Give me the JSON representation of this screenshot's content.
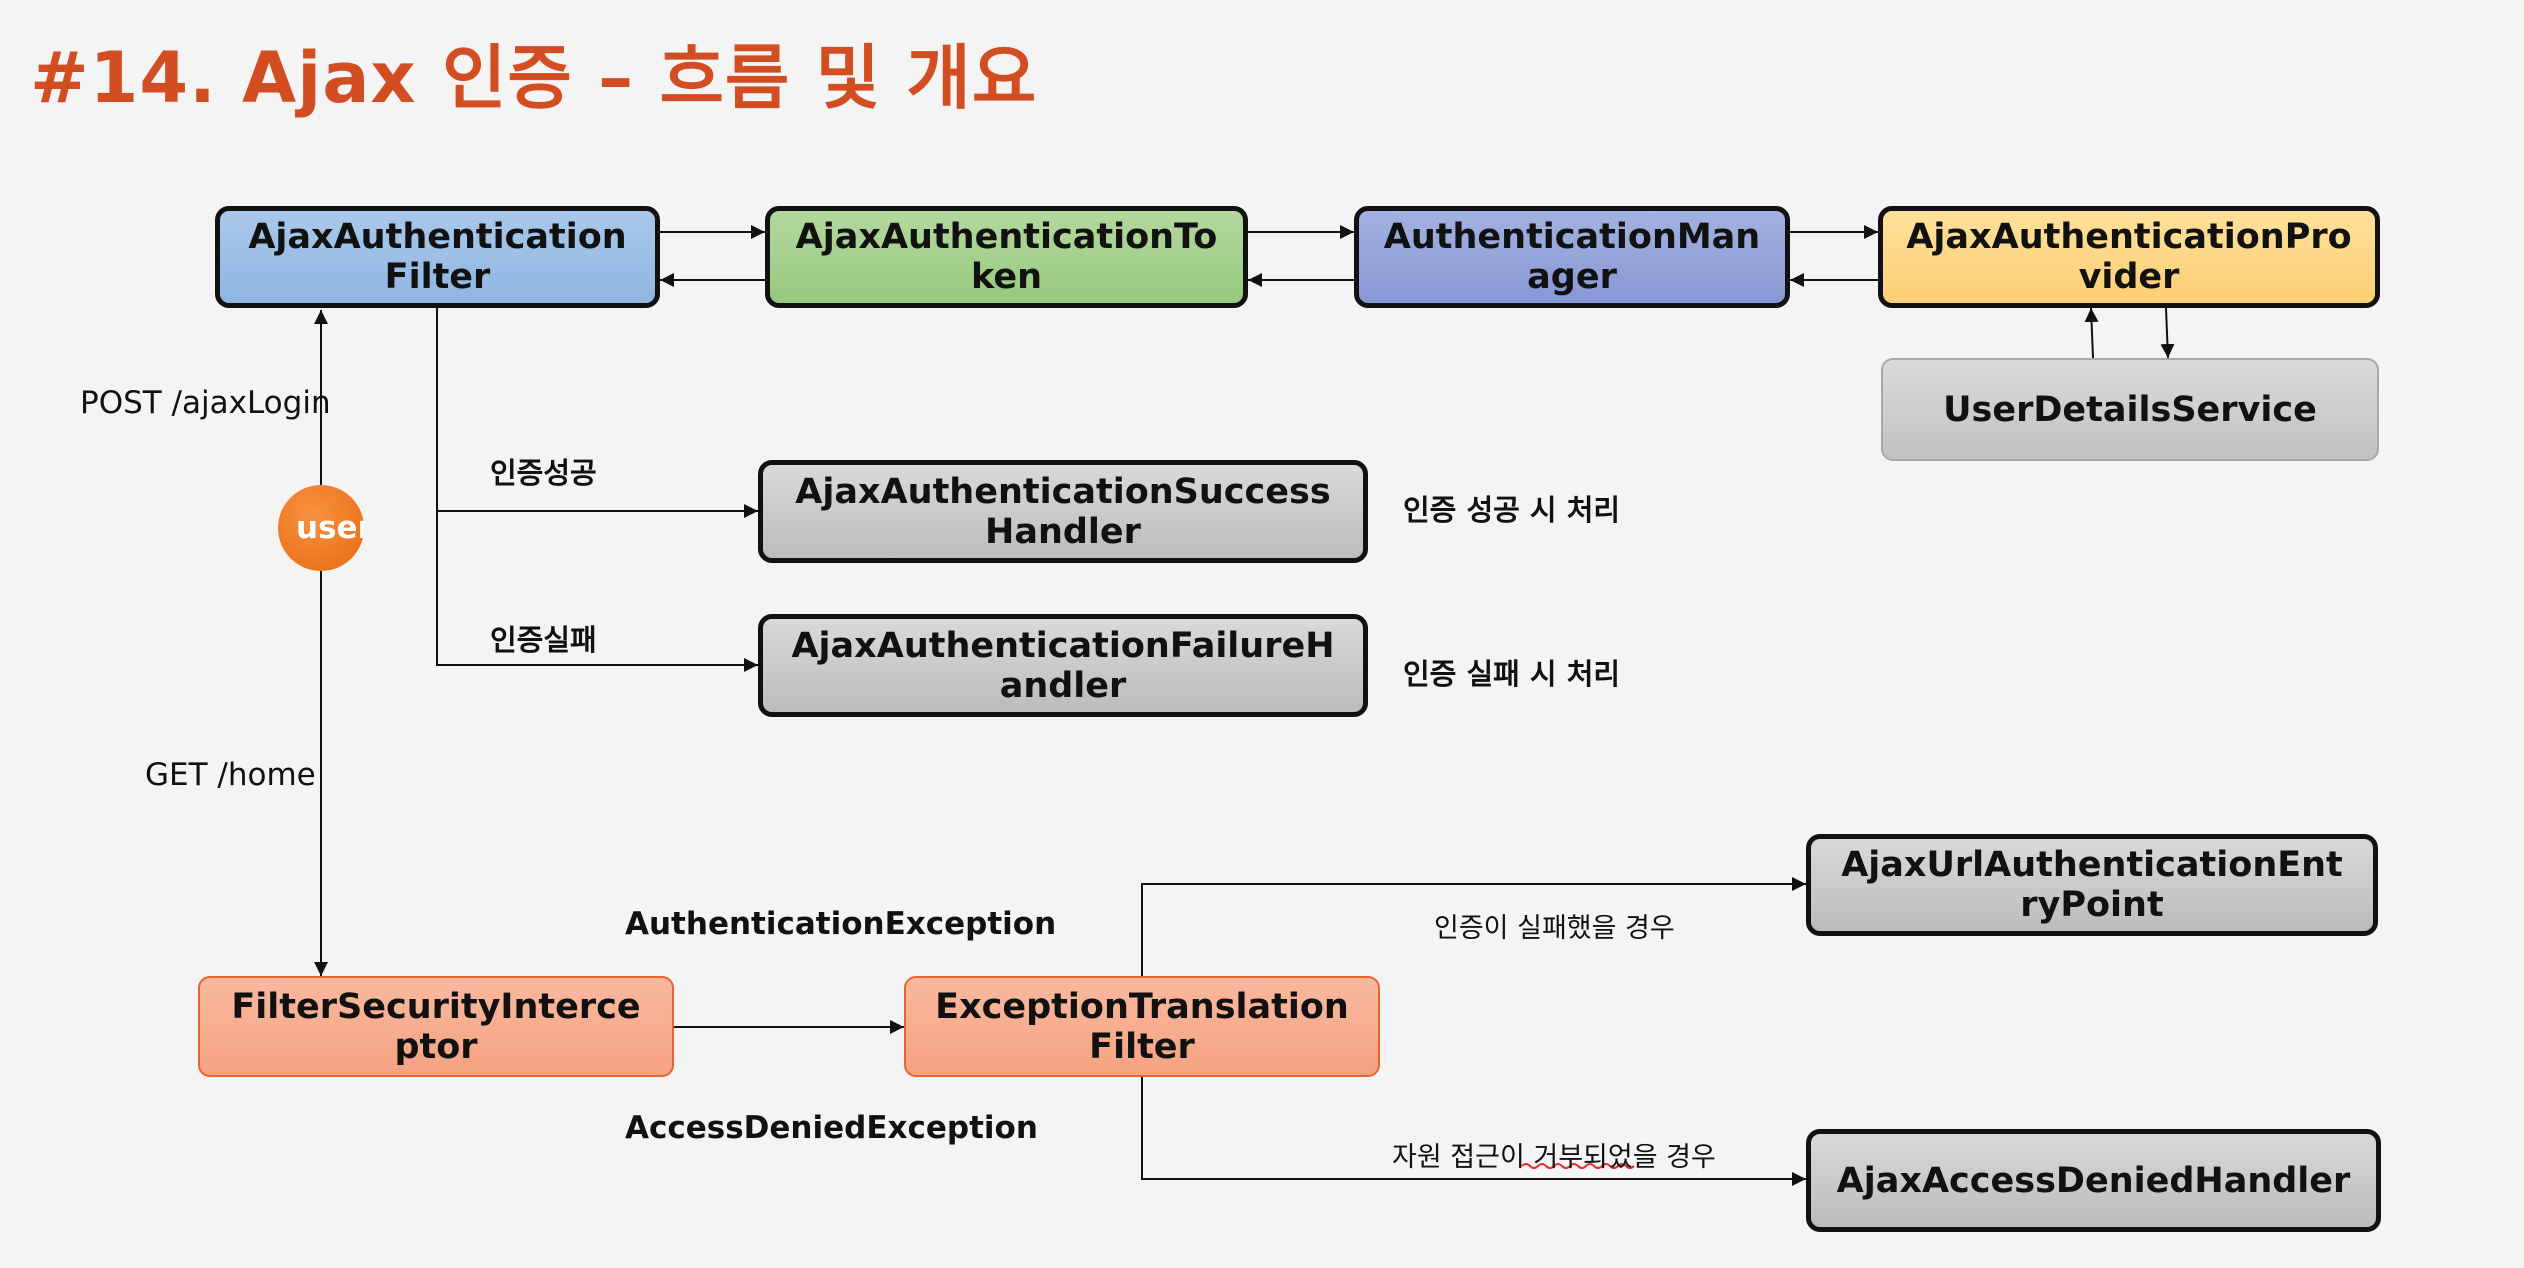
{
  "title": "#14. Ajax 인증 – 흐름 및 개요",
  "boxes": {
    "ajax_filter": "AjaxAuthenticationFilter",
    "ajax_token": "AjaxAuthenticationToken",
    "auth_manager": "AuthenticationManager",
    "ajax_provider": "AjaxAuthenticationProvider",
    "user_details_service": "UserDetailsService",
    "success_handler": "AjaxAuthenticationSuccessHandler",
    "failure_handler": "AjaxAuthenticationFailureHandler",
    "filter_security_interceptor": "FilterSecurityInterceptor",
    "exception_translation_filter": "ExceptionTranslationFilter",
    "entry_point": "AjaxUrlAuthenticationEntryPoint",
    "access_denied_handler": "AjaxAccessDeniedHandler"
  },
  "labels": {
    "post_login": "POST /ajaxLogin",
    "get_home": "GET /home",
    "auth_success": "인증성공",
    "auth_failure": "인증실패",
    "success_desc": "인증 성공 시 처리",
    "failure_desc": "인증 실패 시 처리",
    "authentication_exception": "AuthenticationException",
    "access_denied_exception": "AccessDeniedException",
    "auth_failed_case": "인증이 실패했을 경우",
    "access_denied_case": "자원 접근이 거부되었을 경우"
  },
  "user": "user",
  "colors": {
    "title": "#d24e22",
    "filter": "#9dbfe6",
    "token": "#a5d08c",
    "manager": "#95a4da",
    "provider": "#fed784",
    "handler": "#cbcbcb",
    "interceptor": "#f6ad90",
    "user": "#ee7a22"
  }
}
